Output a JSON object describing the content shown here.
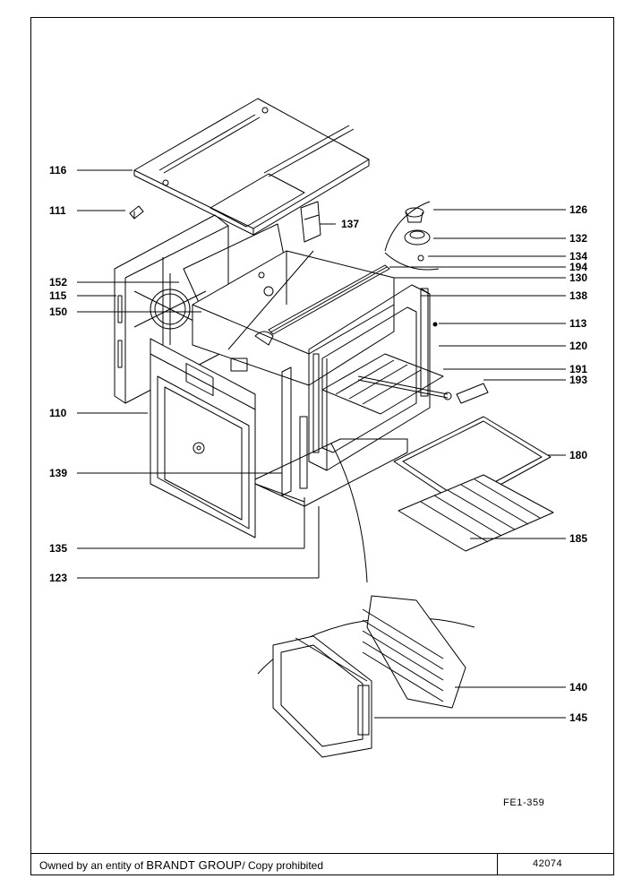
{
  "callouts": [
    {
      "id": "116",
      "label": "116"
    },
    {
      "id": "111",
      "label": "111"
    },
    {
      "id": "137",
      "label": "137"
    },
    {
      "id": "126",
      "label": "126"
    },
    {
      "id": "132",
      "label": "132"
    },
    {
      "id": "134",
      "label": "134"
    },
    {
      "id": "194",
      "label": "194"
    },
    {
      "id": "130",
      "label": "130"
    },
    {
      "id": "152",
      "label": "152"
    },
    {
      "id": "115",
      "label": "115"
    },
    {
      "id": "150",
      "label": "150"
    },
    {
      "id": "138",
      "label": "138"
    },
    {
      "id": "113",
      "label": "113"
    },
    {
      "id": "120",
      "label": "120"
    },
    {
      "id": "191",
      "label": "191"
    },
    {
      "id": "193",
      "label": "193"
    },
    {
      "id": "110",
      "label": "110"
    },
    {
      "id": "180",
      "label": "180"
    },
    {
      "id": "139",
      "label": "139"
    },
    {
      "id": "185",
      "label": "185"
    },
    {
      "id": "135",
      "label": "135"
    },
    {
      "id": "123",
      "label": "123"
    },
    {
      "id": "140",
      "label": "140"
    },
    {
      "id": "145",
      "label": "145"
    }
  ],
  "reference": "FE1-359",
  "footer": {
    "owned_prefix": "Owned by an entity of ",
    "brand": "BRANDT GROUP",
    "owned_suffix": "/ Copy prohibited",
    "code": "42074"
  }
}
